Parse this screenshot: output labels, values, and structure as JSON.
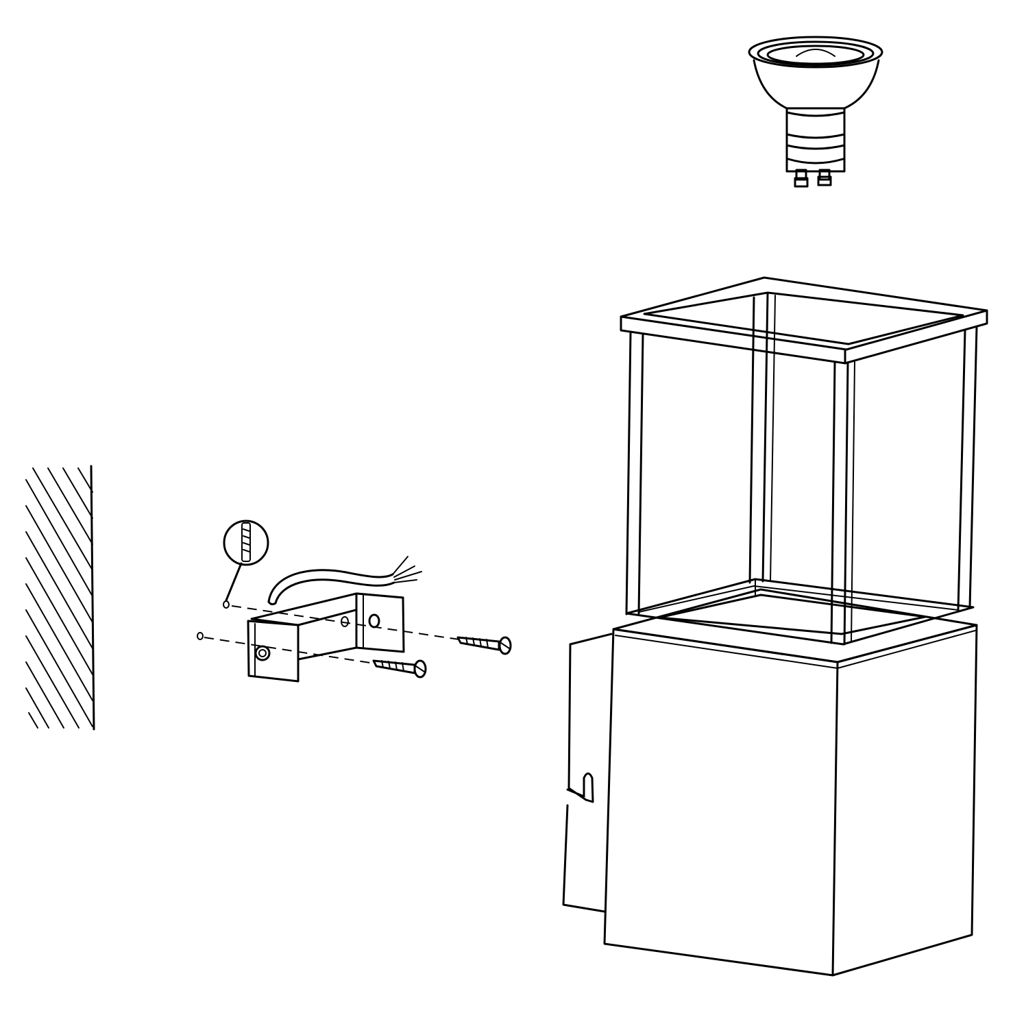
{
  "diagram": {
    "parts": [
      "wall",
      "wall-anchor-detail",
      "power-cable",
      "mounting-bracket",
      "screw",
      "screw",
      "lamp-housing",
      "glass-cage",
      "gu10-bulb"
    ],
    "colors": {
      "line": "#000000",
      "background": "#ffffff"
    }
  }
}
